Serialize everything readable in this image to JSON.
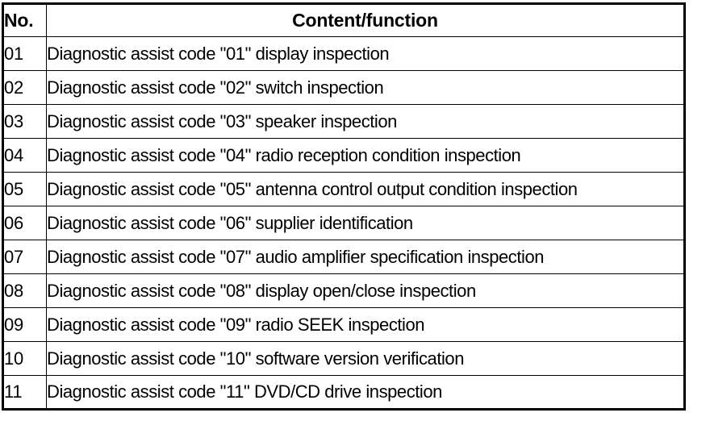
{
  "table": {
    "headers": {
      "no": "No.",
      "content": "Content/function"
    },
    "rows": [
      {
        "no": "01",
        "content": "Diagnostic assist code \"01\" display inspection"
      },
      {
        "no": "02",
        "content": "Diagnostic assist code \"02\" switch inspection"
      },
      {
        "no": "03",
        "content": "Diagnostic assist code \"03\" speaker inspection"
      },
      {
        "no": "04",
        "content": "Diagnostic assist code \"04\" radio reception condition inspection"
      },
      {
        "no": "05",
        "content": "Diagnostic assist code \"05\" antenna control output condition inspection"
      },
      {
        "no": "06",
        "content": "Diagnostic assist code \"06\" supplier identification"
      },
      {
        "no": "07",
        "content": "Diagnostic assist code \"07\" audio amplifier specification inspection"
      },
      {
        "no": "08",
        "content": "Diagnostic assist code \"08\" display open/close inspection"
      },
      {
        "no": "09",
        "content": "Diagnostic assist code \"09\" radio SEEK inspection"
      },
      {
        "no": "10",
        "content": "Diagnostic assist code \"10\" software version verification"
      },
      {
        "no": "11",
        "content": "Diagnostic assist code \"11\" DVD/CD drive inspection"
      }
    ]
  },
  "colors": {
    "border": "#000000",
    "text": "#000000",
    "background": "#ffffff"
  }
}
